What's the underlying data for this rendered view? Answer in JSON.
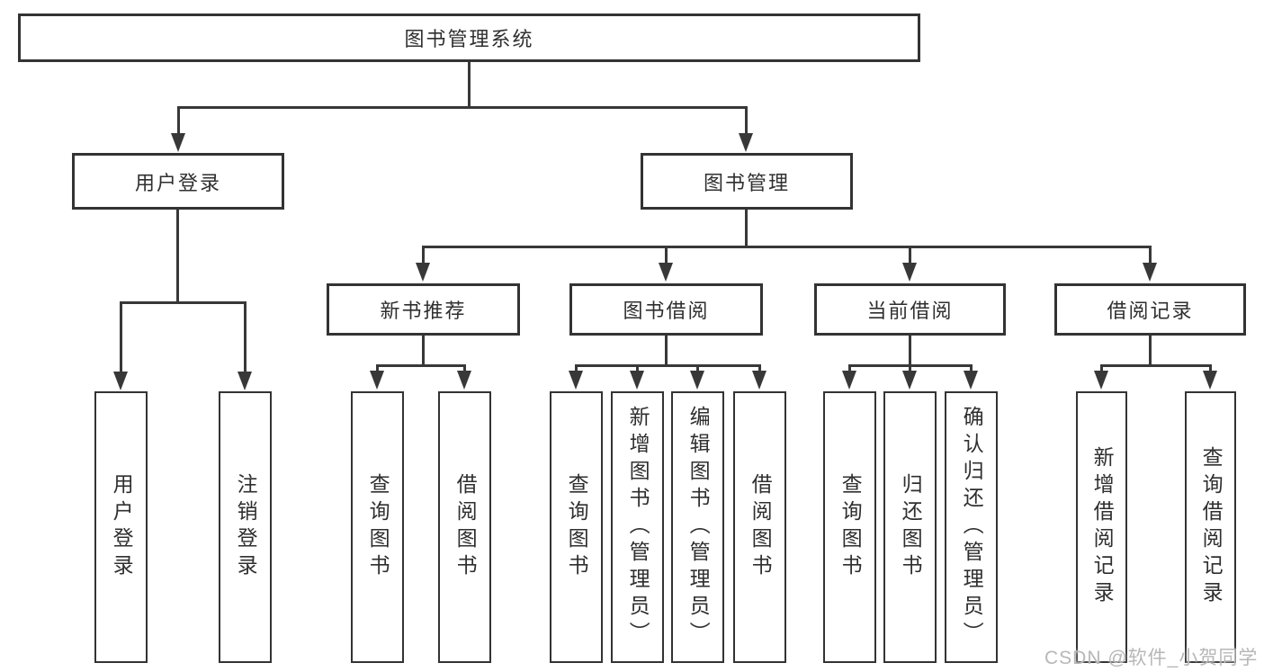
{
  "tree": {
    "root": "图书管理系统",
    "branches": [
      {
        "label": "用户登录",
        "children": [
          "用户登录",
          "注销登录"
        ]
      },
      {
        "label": "图书管理",
        "children": [
          {
            "label": "新书推荐",
            "children": [
              "查询图书",
              "借阅图书"
            ]
          },
          {
            "label": "图书借阅",
            "children": [
              "查询图书",
              "新增图书（管理员）",
              "编辑图书（管理员）",
              "借阅图书"
            ]
          },
          {
            "label": "当前借阅",
            "children": [
              "查询图书",
              "归还图书",
              "确认归还（管理员）"
            ]
          },
          {
            "label": "借阅记录",
            "children": [
              "新增借阅记录",
              "查询借阅记录"
            ]
          }
        ]
      }
    ]
  },
  "watermark": "CSDN @软件_小贺同学",
  "colors": {
    "line": "#383838",
    "box_border": "#333333",
    "text": "#2f2f2f",
    "watermark": "#b7b7b7",
    "background": "#ffffff"
  }
}
